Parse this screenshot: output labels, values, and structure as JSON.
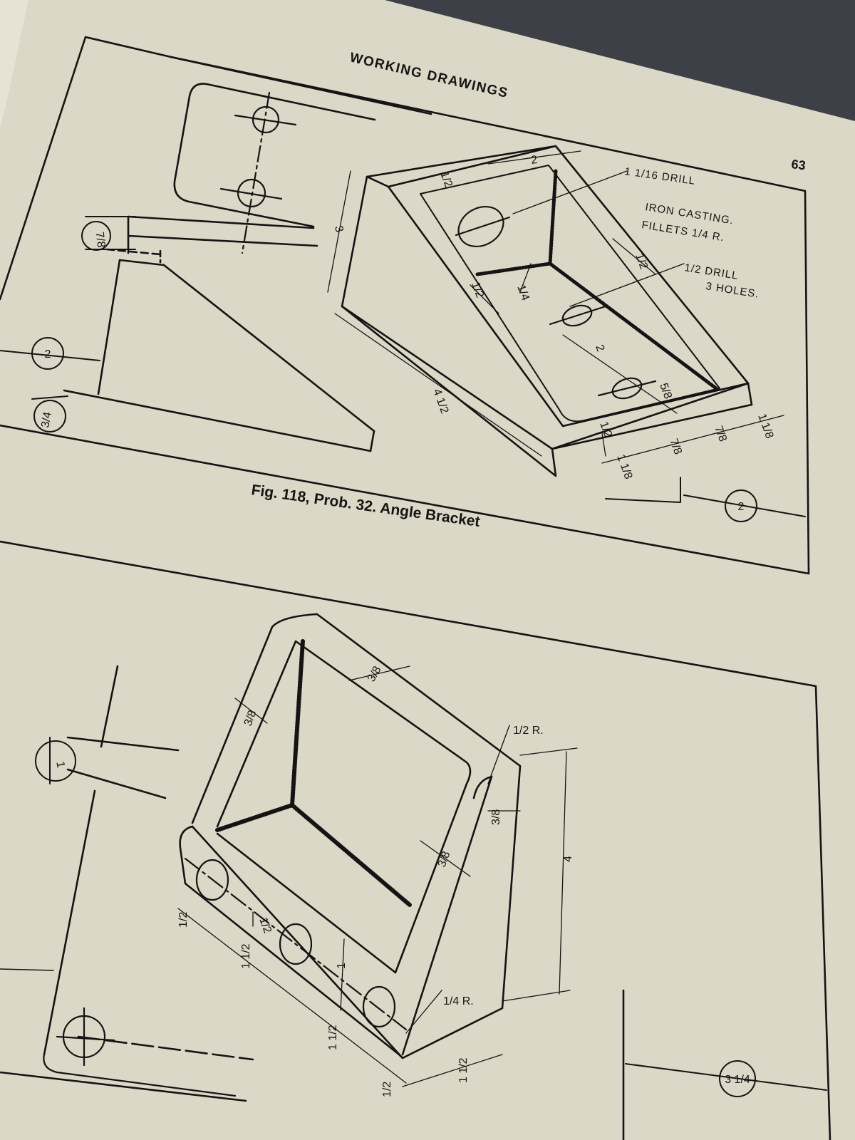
{
  "page": {
    "header": "WORKING DRAWINGS",
    "page_number": "63"
  },
  "figure_118": {
    "caption": "Fig. 118, Prob. 32.  Angle Bracket",
    "note_drill_large": "1 1/16 DRILL",
    "note_material": "IRON CASTING.",
    "note_fillets": "FILLETS 1/4 R.",
    "note_drill_small_1": "1/2 DRILL",
    "note_drill_small_2": "3 HOLES.",
    "dims": {
      "top_width": "2",
      "top_thickness": "1/2",
      "height": "3",
      "length": "4 1/2",
      "rib_thickness": "1/2",
      "rib_height": "1/4",
      "hole_spacing": "2",
      "slant_thickness": "1/2",
      "edge_offset": "5/8",
      "base_thickness": "1/2",
      "spacing_left": "1 1/8",
      "spacing_mid_1": "7/8",
      "spacing_mid_2": "7/8",
      "spacing_right": "1 1/8",
      "circle_left_7_8": "7/8",
      "circle_left_2": "2",
      "circle_left_3_4": "3/4",
      "circle_right_2": "2"
    }
  },
  "figure_lower": {
    "dims": {
      "wall_top": "3/8",
      "wall_left": "3/8",
      "wall_inner": "3/8",
      "radius_top": "1/2 R.",
      "offset_3_8": "3/8",
      "height_4": "4",
      "radius_bottom": "1/4 R.",
      "base_half_left": "1/2",
      "hole_gap_half": "1/2",
      "hole_height_1": "1",
      "span_1": "1 1/2",
      "span_2": "1 1/2",
      "base_half_bottom": "1/2",
      "width_1_1_2": "1 1/2",
      "circle_1": "1",
      "circle_3_1_4": "3 1/4"
    }
  }
}
